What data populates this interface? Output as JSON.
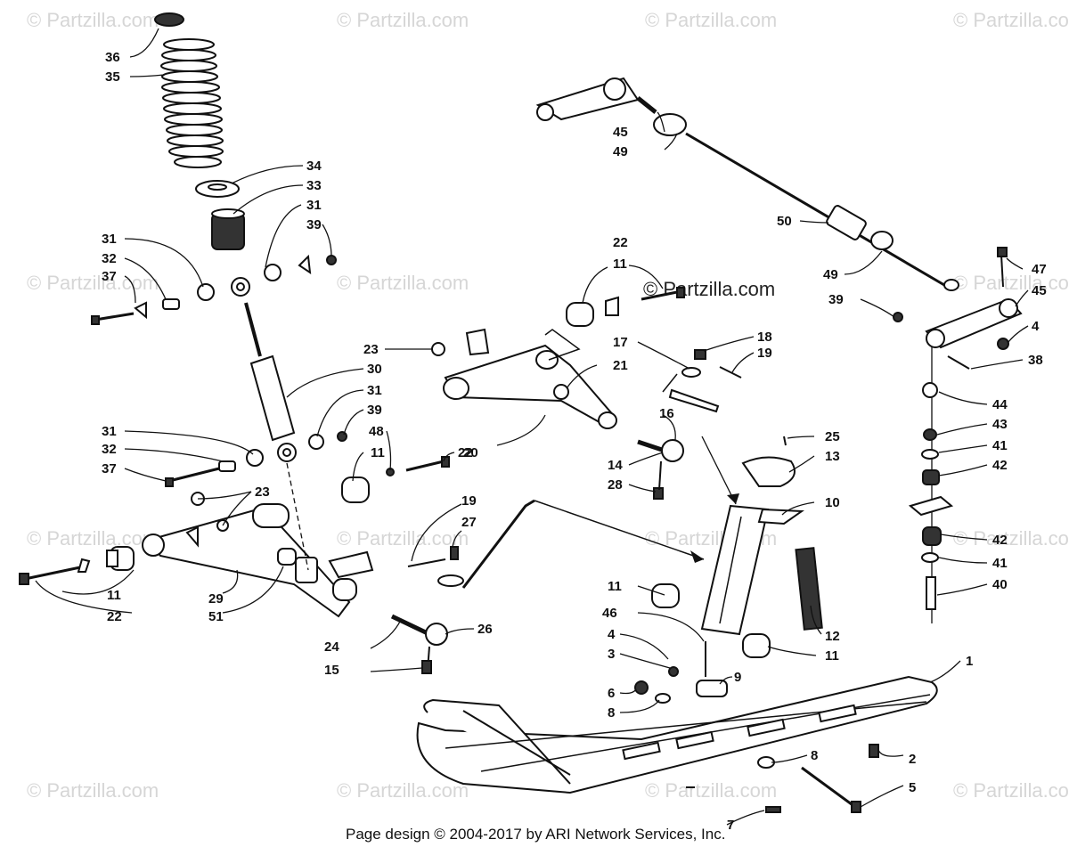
{
  "watermark": {
    "text": "© Partzilla.com",
    "featured_text": "© Partzilla.com"
  },
  "footer": {
    "text": "Page design © 2004-2017 by ARI Network Services, Inc."
  },
  "callouts": {
    "c1": "1",
    "c2": "2",
    "c3": "3",
    "c4a": "4",
    "c4b": "4",
    "c5": "5",
    "c6": "6",
    "c7": "7",
    "c8a": "8",
    "c8b": "8",
    "c9": "9",
    "c10": "10",
    "c11a": "11",
    "c11b": "11",
    "c11c": "11",
    "c11d": "11",
    "c11e": "11",
    "c12": "12",
    "c13": "13",
    "c14": "14",
    "c15": "15",
    "c16": "16",
    "c17": "17",
    "c18": "18",
    "c19a": "19",
    "c19b": "19",
    "c20": "20",
    "c21": "21",
    "c22a": "22",
    "c22b": "22",
    "c22c": "22",
    "c23a": "23",
    "c23b": "23",
    "c24": "24",
    "c25": "25",
    "c26": "26",
    "c27": "27",
    "c28": "28",
    "c29": "29",
    "c30": "30",
    "c31a": "31",
    "c31b": "31",
    "c31c": "31",
    "c31d": "31",
    "c32a": "32",
    "c32b": "32",
    "c33": "33",
    "c34": "34",
    "c35": "35",
    "c36": "36",
    "c37a": "37",
    "c37b": "37",
    "c38": "38",
    "c39a": "39",
    "c39b": "39",
    "c39c": "39",
    "c40": "40",
    "c41a": "41",
    "c41b": "41",
    "c42a": "42",
    "c42b": "42",
    "c43": "43",
    "c44": "44",
    "c45a": "45",
    "c45b": "45",
    "c46": "46",
    "c47": "47",
    "c48": "48",
    "c49a": "49",
    "c49b": "49",
    "c50": "50",
    "c51": "51"
  }
}
